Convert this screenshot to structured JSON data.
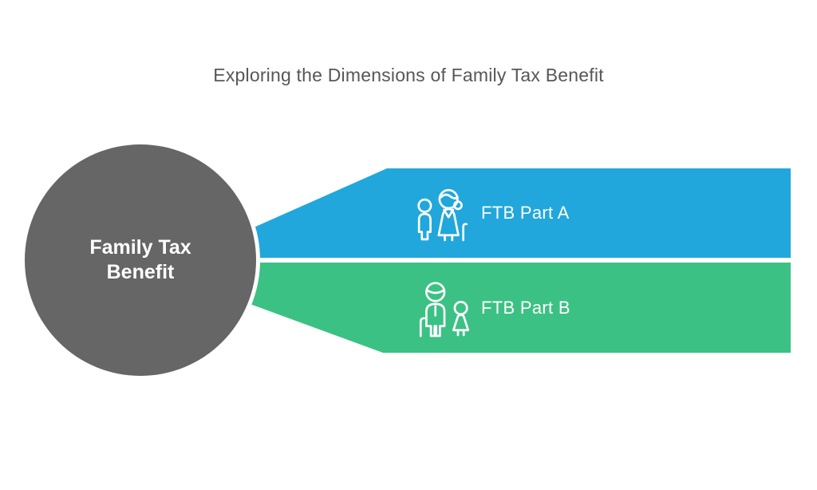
{
  "title": "Exploring the Dimensions of Family Tax Benefit",
  "center_node": {
    "label": "Family Tax Benefit"
  },
  "branches": [
    {
      "label": "FTB Part A",
      "color": "#21a7db",
      "icon": "adult-woman-with-child-icon"
    },
    {
      "label": "FTB Part B",
      "color": "#3cc184",
      "icon": "elderly-man-with-girl-icon"
    }
  ],
  "colors": {
    "background": "#ffffff",
    "title_text": "#57575a",
    "center_circle": "#666666",
    "center_label_text": "#ffffff",
    "part_a_banner": "#21a7db",
    "part_b_banner": "#3cc184",
    "banner_label_text": "#ffffff"
  }
}
